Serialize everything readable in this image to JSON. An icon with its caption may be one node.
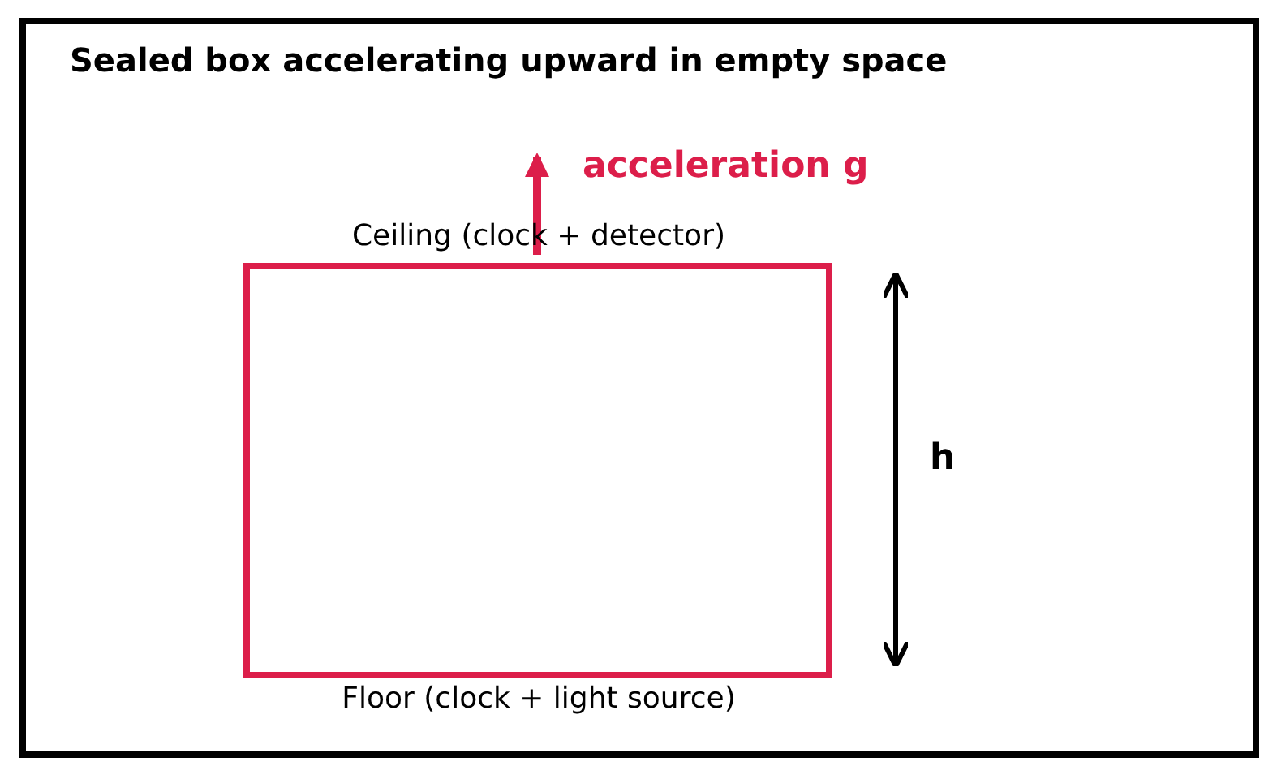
{
  "diagram": {
    "title": "Sealed box accelerating upward in empty space",
    "labels": [
      "acceleration g",
      "Ceiling (clock + detector)",
      "h",
      "Floor (clock + light source)"
    ]
  }
}
